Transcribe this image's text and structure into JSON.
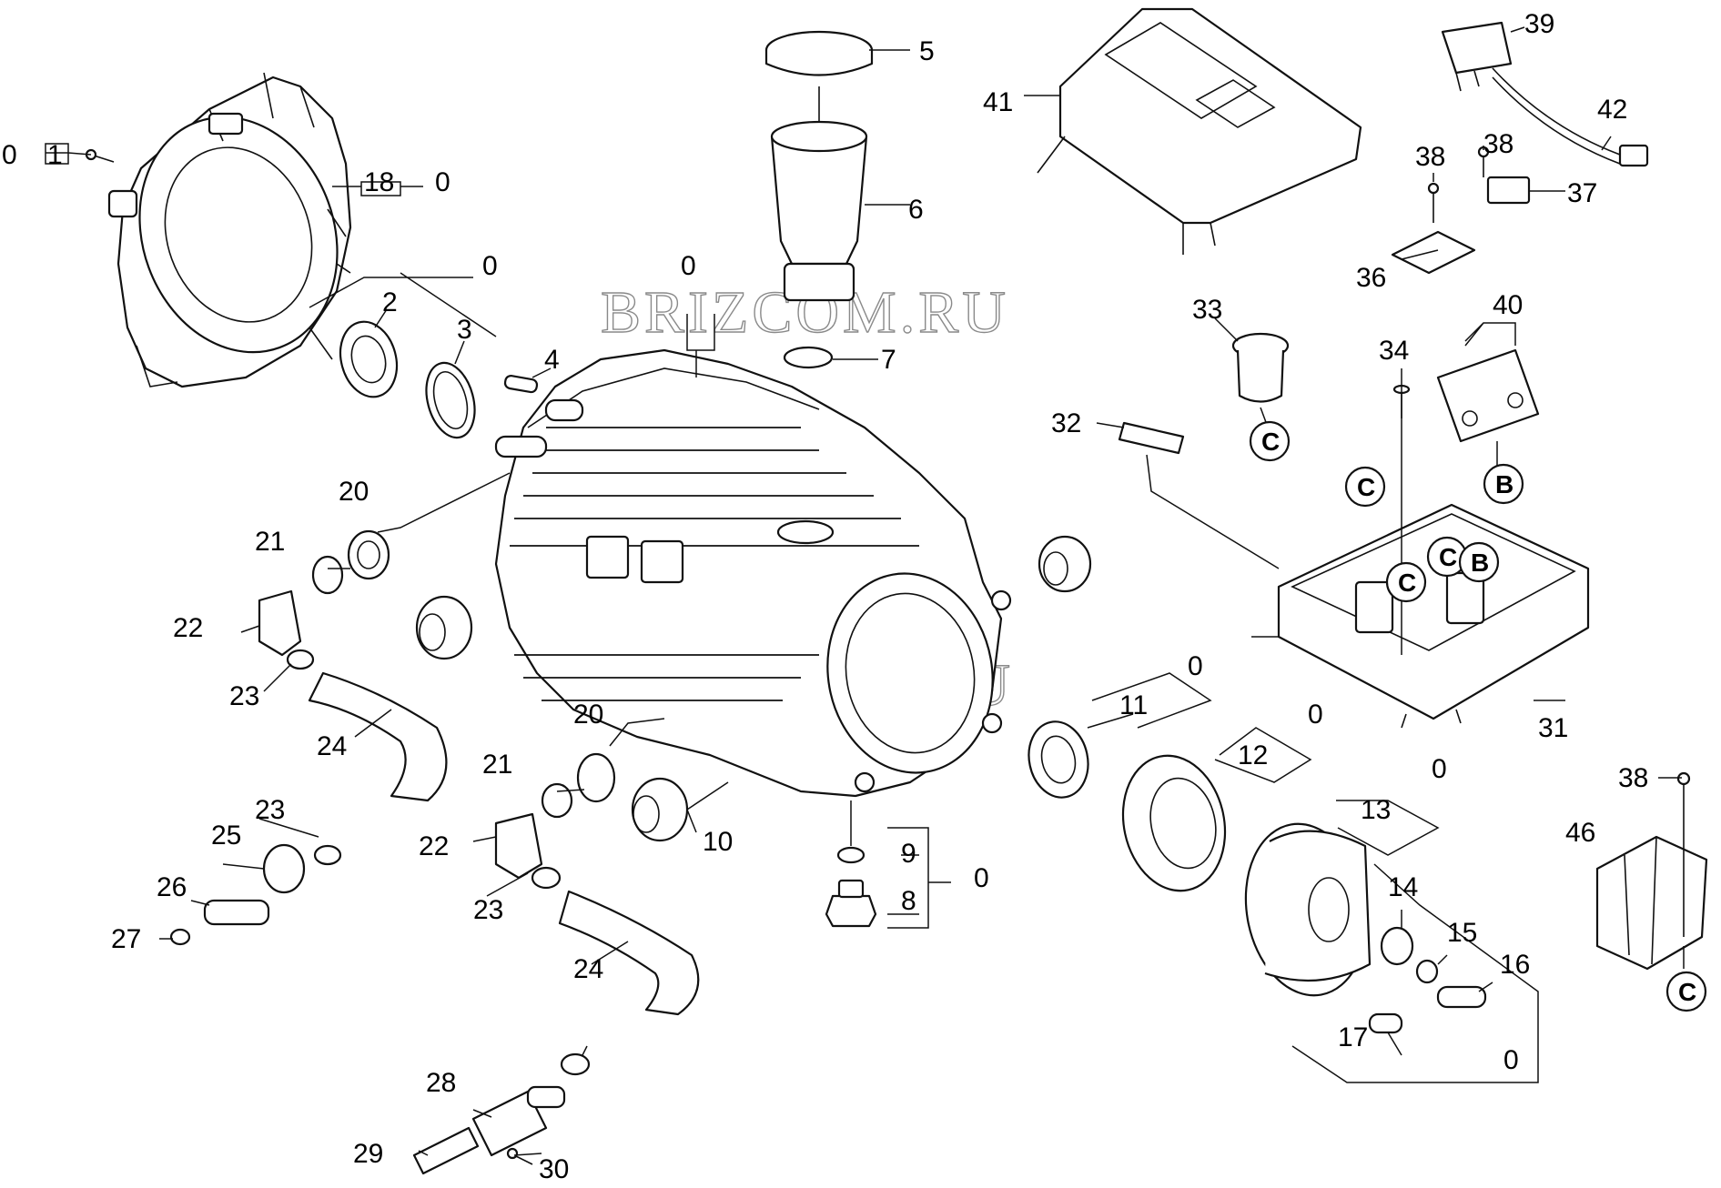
{
  "watermark": "BRIZCOM.RU",
  "callouts": [
    "0",
    "1",
    "18",
    "0",
    "5",
    "6",
    "7",
    "2",
    "3",
    "4",
    "0",
    "0",
    "41",
    "39",
    "42",
    "38",
    "38",
    "37",
    "36",
    "33",
    "34",
    "40",
    "32",
    "20",
    "21",
    "22",
    "23",
    "24",
    "0",
    "11",
    "20",
    "21",
    "22",
    "23",
    "25",
    "26",
    "27",
    "24",
    "23",
    "28",
    "29",
    "30",
    "10",
    "9",
    "8",
    "0",
    "12",
    "0",
    "13",
    "0",
    "14",
    "15",
    "16",
    "17",
    "0",
    "31",
    "38",
    "46"
  ],
  "letter_marks": [
    "C",
    "C",
    "B",
    "C",
    "C",
    "B",
    "C"
  ]
}
